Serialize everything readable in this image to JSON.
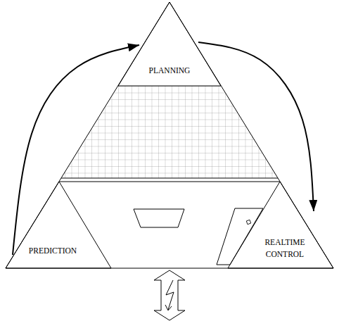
{
  "diagram": {
    "nodes": [
      {
        "text": [
          "PLANNING"
        ]
      },
      {
        "text": [
          "PREDICTION"
        ]
      },
      {
        "text": [
          "REALTIME CONTROL"
        ]
      }
    ],
    "edges": [
      {
        "from": 1,
        "to": 0,
        "arrow": "to"
      },
      {
        "from": 0,
        "to": 2,
        "arrow": "to"
      }
    ]
  }
}
